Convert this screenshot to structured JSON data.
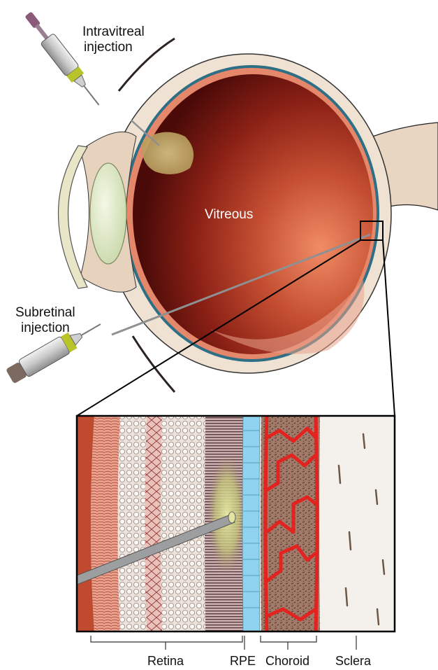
{
  "labels": {
    "intravitreal": [
      "Intravitreal",
      "injection"
    ],
    "subretinal": [
      "Subretinal",
      "injection"
    ],
    "vitreous": "Vitreous",
    "retina": "Retina",
    "rpe": "RPE",
    "choroid": "Choroid",
    "sclera": "Sclera"
  },
  "colors": {
    "vitreous_dark": "#5a0f0c",
    "vitreous_mid": "#a4321f",
    "retina_layer": "#e27a55",
    "sclera": "#efe2d2",
    "lens": "#dde8c6",
    "cornea": "#e9e6c8",
    "rpe_cell": "#8fd3ef",
    "choroid_vessel": "#e3231f",
    "needle": "#8f9092",
    "outline": "#000000"
  }
}
